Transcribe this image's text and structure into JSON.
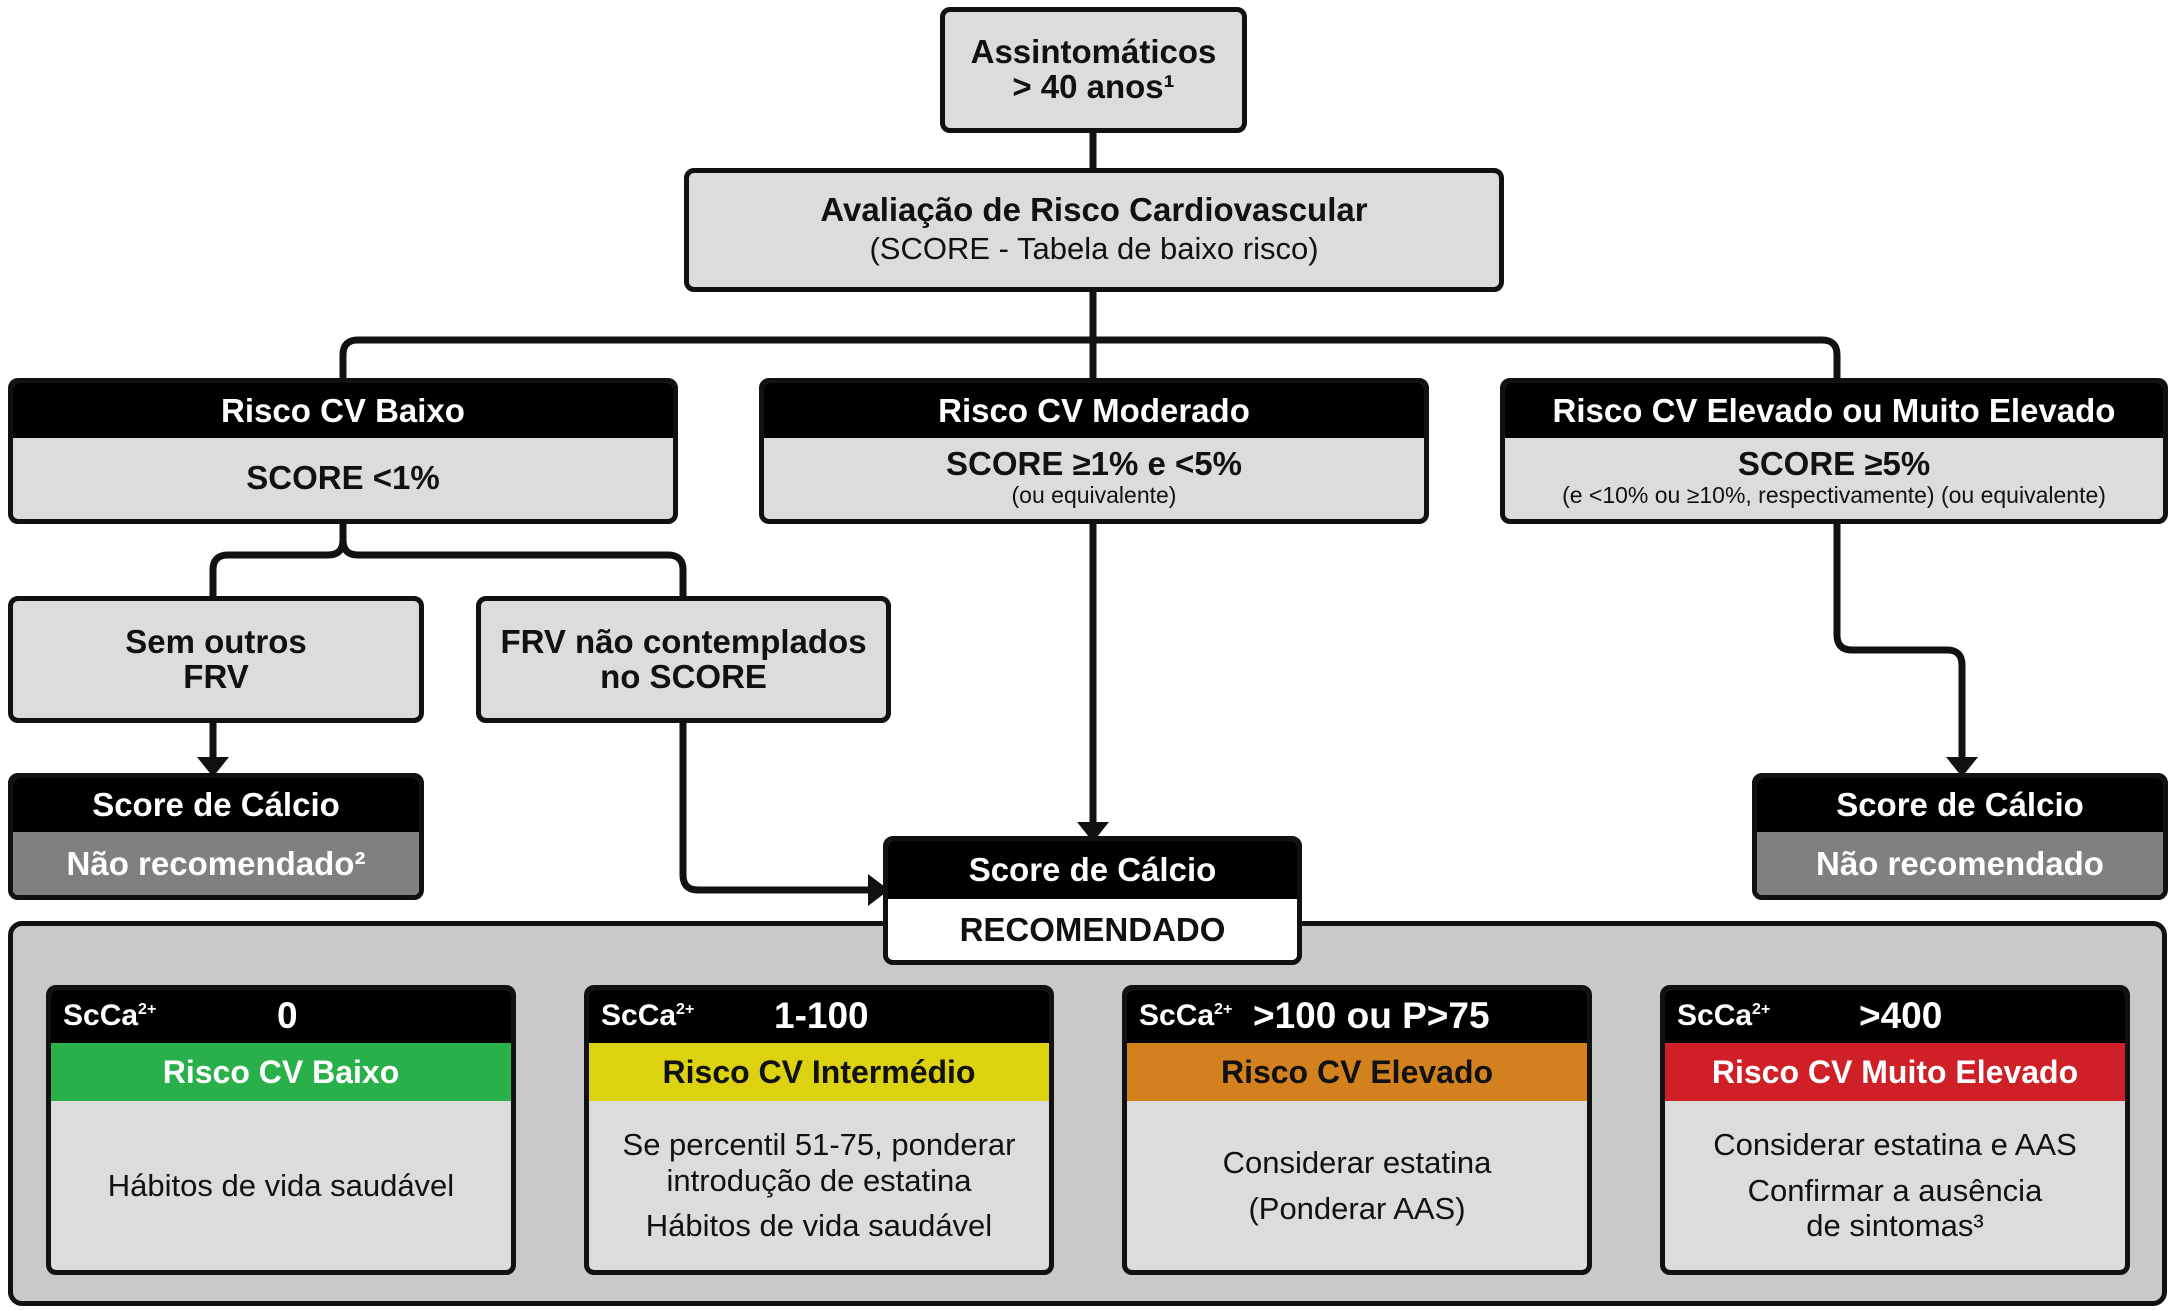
{
  "top": {
    "line1": "Assintomáticos",
    "line2": "> 40 anos¹"
  },
  "assess": {
    "title": "Avaliação de Risco Cardiovascular",
    "subtitle": "(SCORE - Tabela de baixo risco)"
  },
  "low": {
    "header": "Risco CV Baixo",
    "score": "SCORE <1%"
  },
  "moderate": {
    "header": "Risco CV Moderado",
    "score": "SCORE ≥1% e <5%",
    "note": "(ou equivalente)"
  },
  "high": {
    "header": "Risco CV Elevado ou Muito Elevado",
    "score": "SCORE ≥5%",
    "note": "(e <10% ou ≥10%, respectivamente) (ou equivalente)"
  },
  "no_frv": {
    "line1": "Sem outros",
    "line2": "FRV"
  },
  "frv_not": {
    "line1": "FRV não contemplados",
    "line2": "no SCORE"
  },
  "calc_left": {
    "header": "Score de Cálcio",
    "status": "Não recomendado²"
  },
  "calc_right": {
    "header": "Score de Cálcio",
    "status": "Não recomendado"
  },
  "calc_center": {
    "header": "Score de Cálcio",
    "status": "RECOMENDADO"
  },
  "cards": [
    {
      "label": "ScCa",
      "sup": "2+",
      "value": "0",
      "risk": "Risco CV Baixo",
      "color": "#2ab04a",
      "text_color": "#ffffff",
      "lines": [
        "Hábitos de vida saudável"
      ],
      "lines2": []
    },
    {
      "label": "ScCa",
      "sup": "2+",
      "value": "1-100",
      "risk": "Risco CV Intermédio",
      "color": "#dcd20f",
      "text_color": "#111111",
      "lines": [
        "Se percentil 51-75, ponderar",
        "introdução de estatina"
      ],
      "lines2": [
        "Hábitos de vida saudável"
      ]
    },
    {
      "label": "ScCa",
      "sup": "2+",
      "value": ">100 ou P>75",
      "risk": "Risco CV Elevado",
      "color": "#d3811f",
      "text_color": "#111111",
      "lines": [
        "Considerar estatina"
      ],
      "lines2": [
        "(Ponderar AAS)"
      ]
    },
    {
      "label": "ScCa",
      "sup": "2+",
      "value": ">400",
      "risk": "Risco CV Muito Elevado",
      "color": "#cf2027",
      "text_color": "#ffffff",
      "lines": [
        "Considerar estatina e AAS"
      ],
      "lines2": [
        "Confirmar a ausência",
        "de sintomas³"
      ]
    }
  ]
}
